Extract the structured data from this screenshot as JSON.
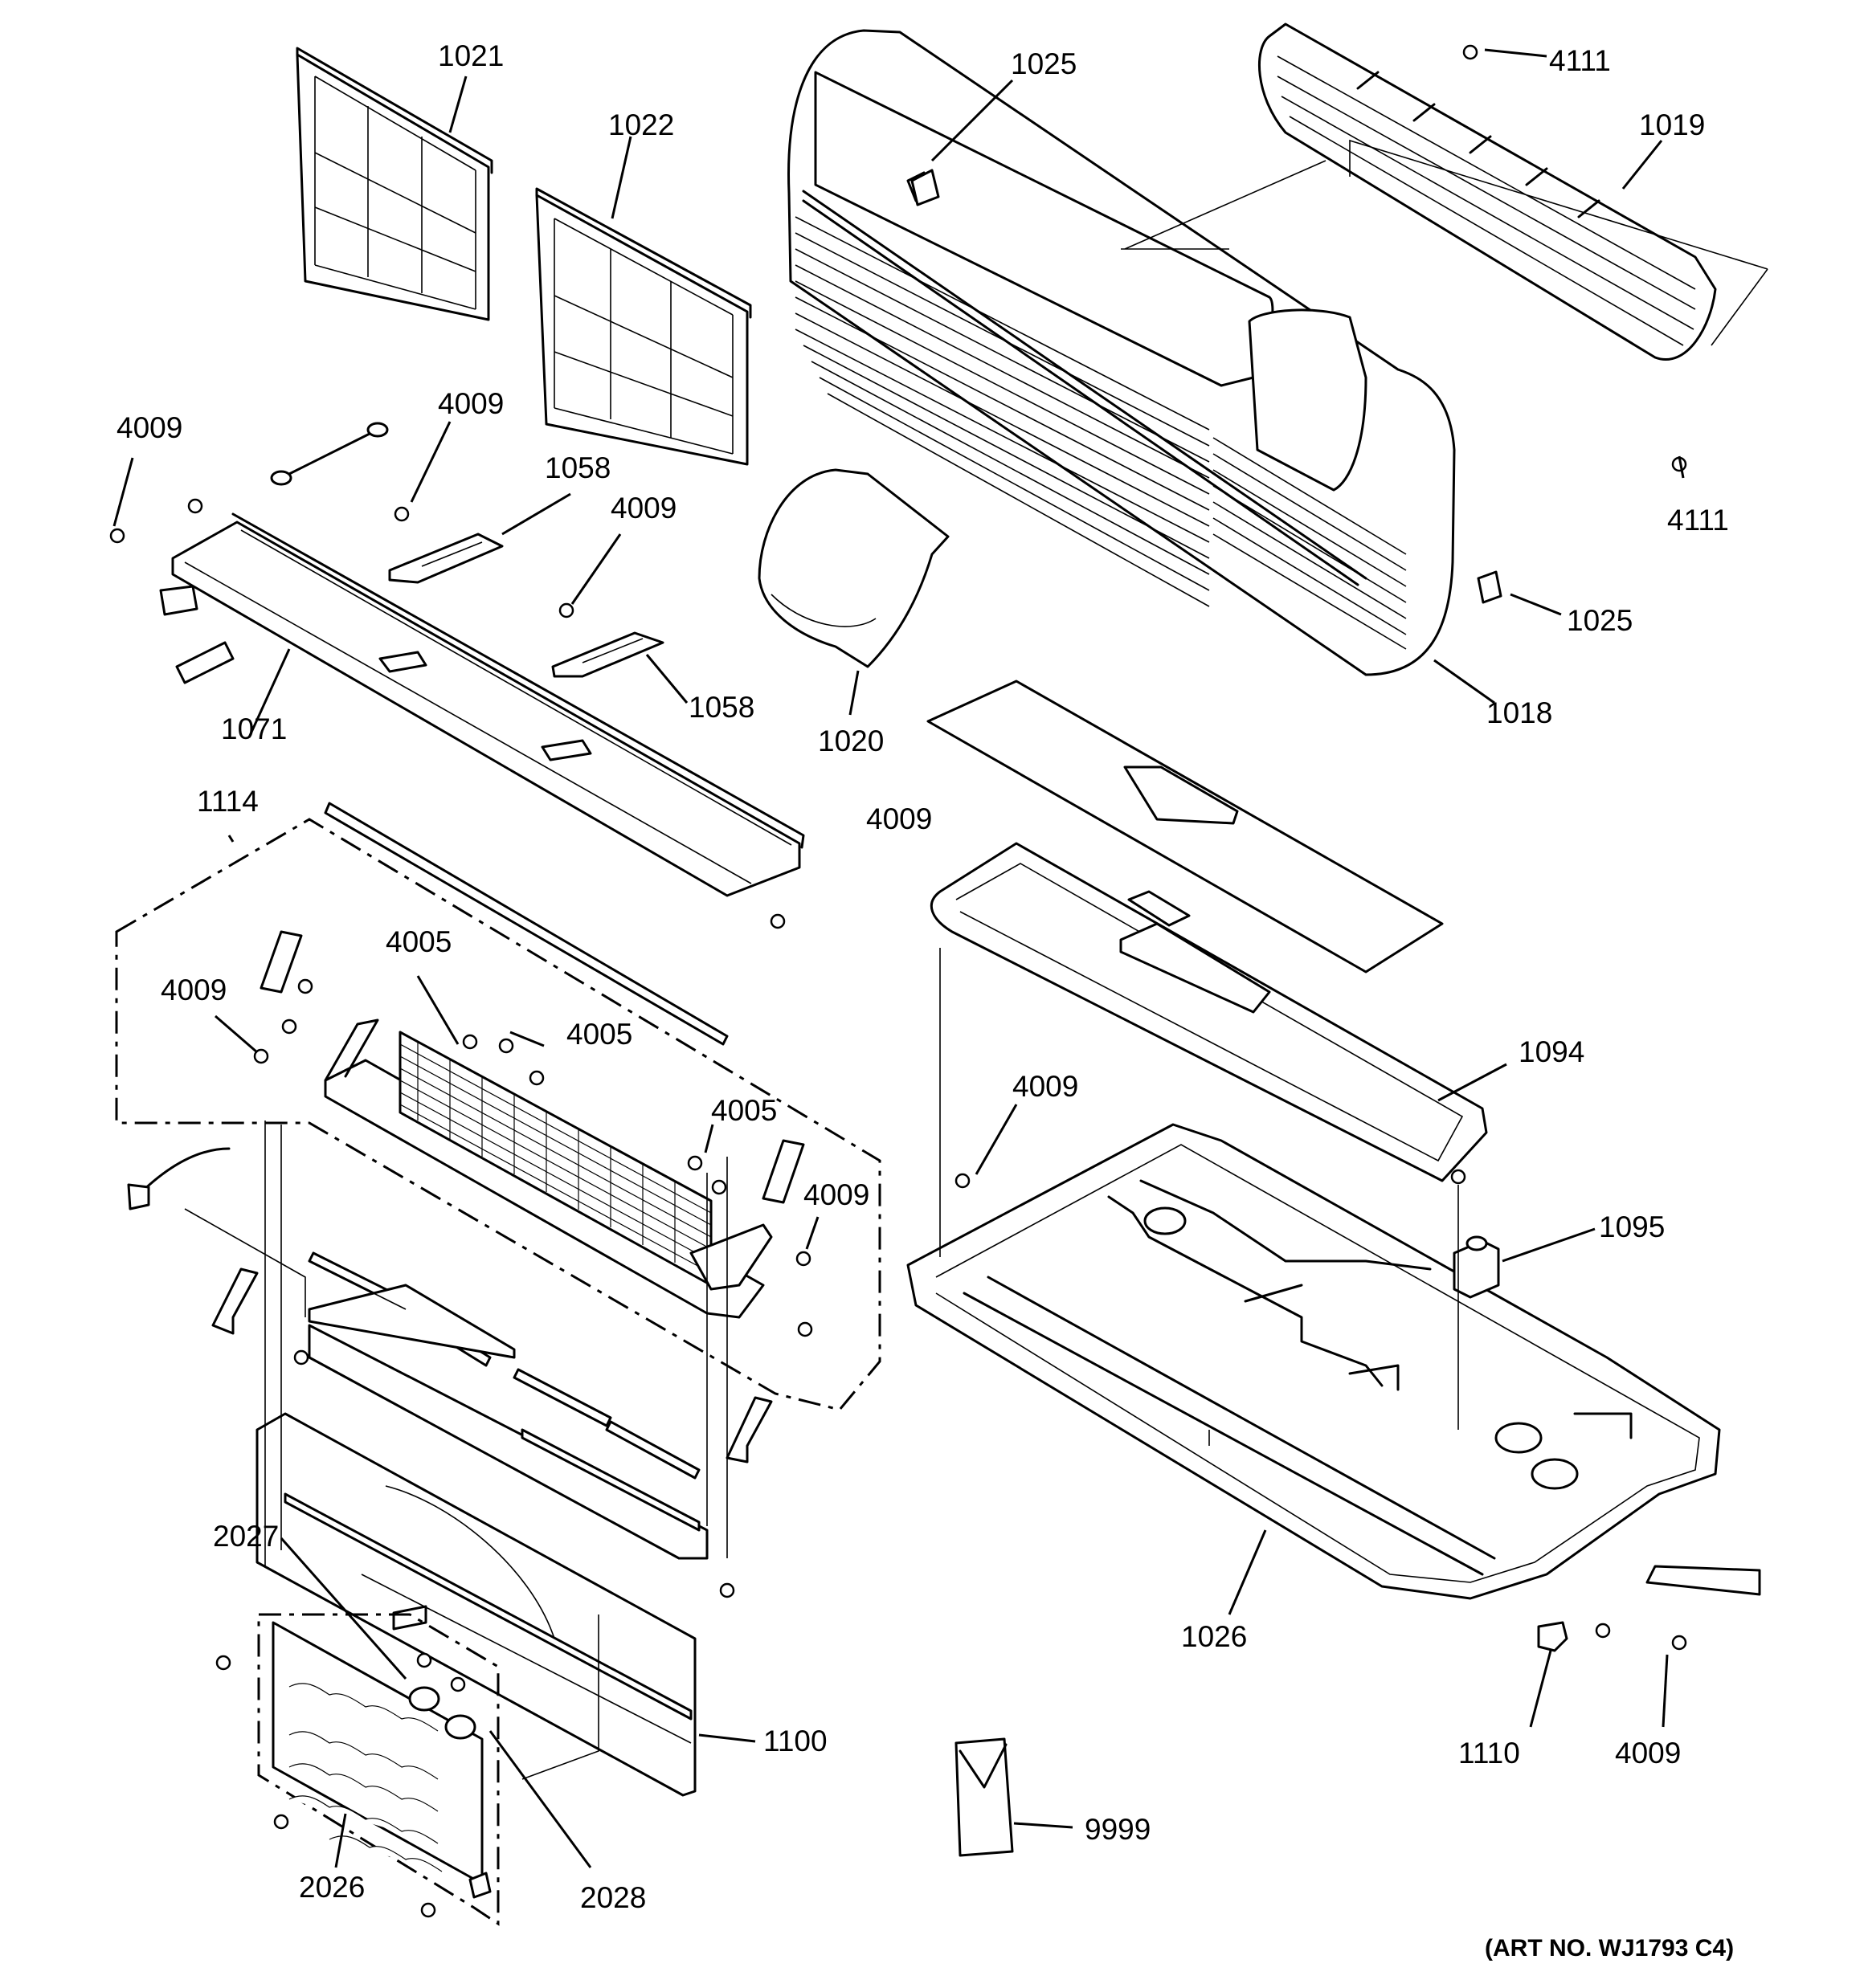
{
  "diagram": {
    "art_number": "(ART NO. WJ1793 C4)",
    "callouts": [
      {
        "id": "c-1021",
        "text": "1021"
      },
      {
        "id": "c-1022",
        "text": "1022"
      },
      {
        "id": "c-1025-top",
        "text": "1025"
      },
      {
        "id": "c-4111-top",
        "text": "4111"
      },
      {
        "id": "c-1019",
        "text": "1019"
      },
      {
        "id": "c-4009-a",
        "text": "4009"
      },
      {
        "id": "c-4009-b",
        "text": "4009"
      },
      {
        "id": "c-1058-a",
        "text": "1058"
      },
      {
        "id": "c-4009-c",
        "text": "4009"
      },
      {
        "id": "c-1058-b",
        "text": "1058"
      },
      {
        "id": "c-1071",
        "text": "1071"
      },
      {
        "id": "c-1020",
        "text": "1020"
      },
      {
        "id": "c-4111-bottom",
        "text": "4111"
      },
      {
        "id": "c-1025-bottom",
        "text": "1025"
      },
      {
        "id": "c-1018",
        "text": "1018"
      },
      {
        "id": "c-1114",
        "text": "1114"
      },
      {
        "id": "c-4009-d",
        "text": "4009"
      },
      {
        "id": "c-4005-a",
        "text": "4005"
      },
      {
        "id": "c-4009-e",
        "text": "4009"
      },
      {
        "id": "c-4005-b",
        "text": "4005"
      },
      {
        "id": "c-4005-c",
        "text": "4005"
      },
      {
        "id": "c-4009-f",
        "text": "4009"
      },
      {
        "id": "c-1094",
        "text": "1094"
      },
      {
        "id": "c-4009-g",
        "text": "4009"
      },
      {
        "id": "c-1095",
        "text": "1095"
      },
      {
        "id": "c-2027",
        "text": "2027"
      },
      {
        "id": "c-1026",
        "text": "1026"
      },
      {
        "id": "c-1100",
        "text": "1100"
      },
      {
        "id": "c-1110",
        "text": "1110"
      },
      {
        "id": "c-4009-h",
        "text": "4009"
      },
      {
        "id": "c-9999",
        "text": "9999"
      },
      {
        "id": "c-2026",
        "text": "2026"
      },
      {
        "id": "c-2028",
        "text": "2028"
      }
    ]
  }
}
